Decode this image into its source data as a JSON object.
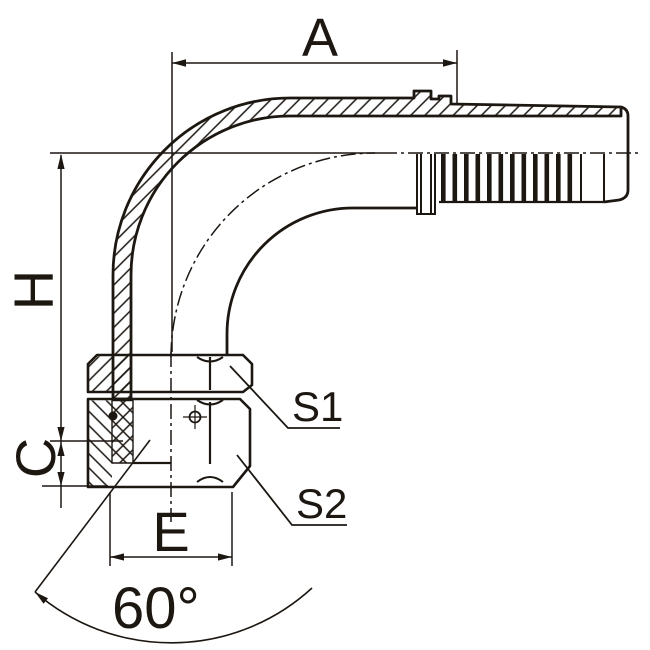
{
  "meta": {
    "description": "Technical line drawing of a 90-degree elbow hose fitting with female swivel nut, shown in half-section",
    "view": "side section view"
  },
  "labels": {
    "dim_a": "A",
    "dim_h": "H",
    "dim_c": "C",
    "dim_e": "E",
    "wrench_s1": "S1",
    "wrench_s2": "S2",
    "cone_angle": "60°"
  },
  "colors": {
    "ink": "#1d1712",
    "background": "#ffffff"
  }
}
